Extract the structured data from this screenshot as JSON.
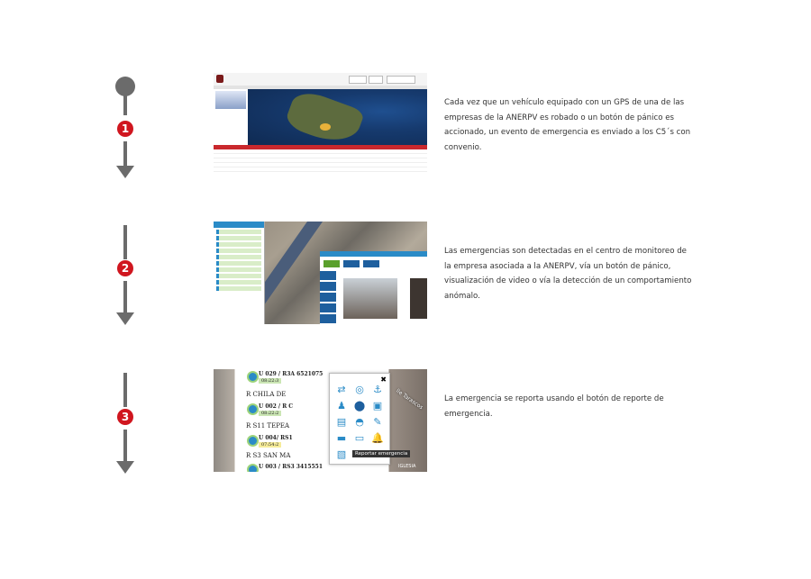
{
  "colors": {
    "accent": "#d0161f",
    "rail": "#6b6b6b",
    "link_blue": "#2a8bc7"
  },
  "steps": [
    {
      "number": "1",
      "icon": "step-start-dot",
      "text": "Cada vez que un vehículo equipado con un GPS de una de las empresas de la ANERPV es robado o un botón de pánico es accionado, un evento de emergencia es enviado a los C5´s con convenio."
    },
    {
      "number": "2",
      "text": "Las emergencias son detectadas en el centro de monitoreo de la empresa asociada a la ANERPV, vía un botón de pánico, visualización de video o vía la detección de un comportamiento anómalo."
    },
    {
      "number": "3",
      "text": "La emergencia se reporta usando el botón de reporte de emergencia.",
      "screenshot": {
        "rows": [
          {
            "unit": "U 029 / R3A 6521075",
            "time": "08:22:3"
          },
          {
            "route": "R CHILA DE"
          },
          {
            "unit": "U 002 / R C",
            "time": "08:22:2"
          },
          {
            "route": "R S11 TEPEA"
          },
          {
            "unit": "U 004/ RS1",
            "time": "07:54:2"
          },
          {
            "route": "R S3 SAN MA"
          },
          {
            "unit": "U 003 / RS3 3415551"
          }
        ],
        "tooltip": "Reportar emergencia",
        "street": "lle Tarascos",
        "place": "IGLESIA"
      }
    }
  ]
}
